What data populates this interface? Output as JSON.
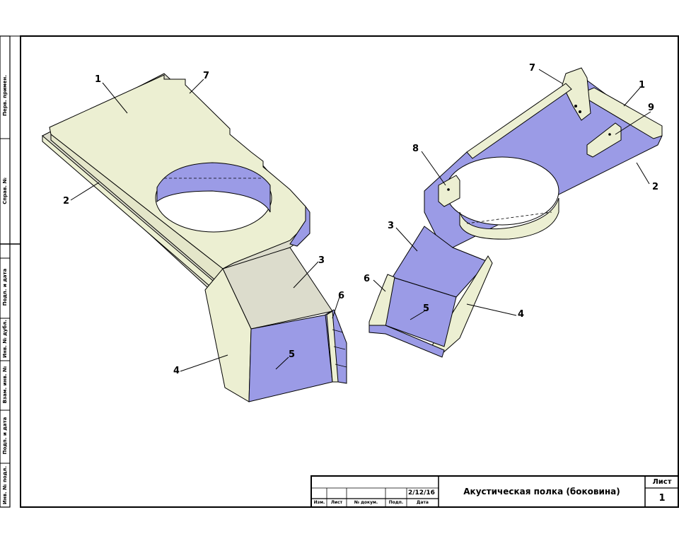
{
  "side_strip": {
    "labels": [
      "Перв. примен.",
      "Справ. №",
      "Подп. и дата",
      "Инв. № дубл.",
      "Взам. инв. №",
      "Подп. и дата",
      "Инв. № подл."
    ]
  },
  "title_block": {
    "date": "2/12/16",
    "title": "Акустическая полка (боковина)",
    "sheet_label": "Лист",
    "sheet_number": "1",
    "columns": [
      "Изм.",
      "Лист",
      "№ докум.",
      "Подп.",
      "Дата"
    ]
  },
  "callouts_left": [
    "1",
    "7",
    "2",
    "3",
    "6",
    "5",
    "4"
  ],
  "callouts_right": [
    "7",
    "1",
    "9",
    "8",
    "2",
    "3",
    "6",
    "5",
    "4"
  ],
  "colors": {
    "face_light": "#ecefd2",
    "face_blue": "#9b9be6",
    "face_grey": "#dcdccc"
  }
}
